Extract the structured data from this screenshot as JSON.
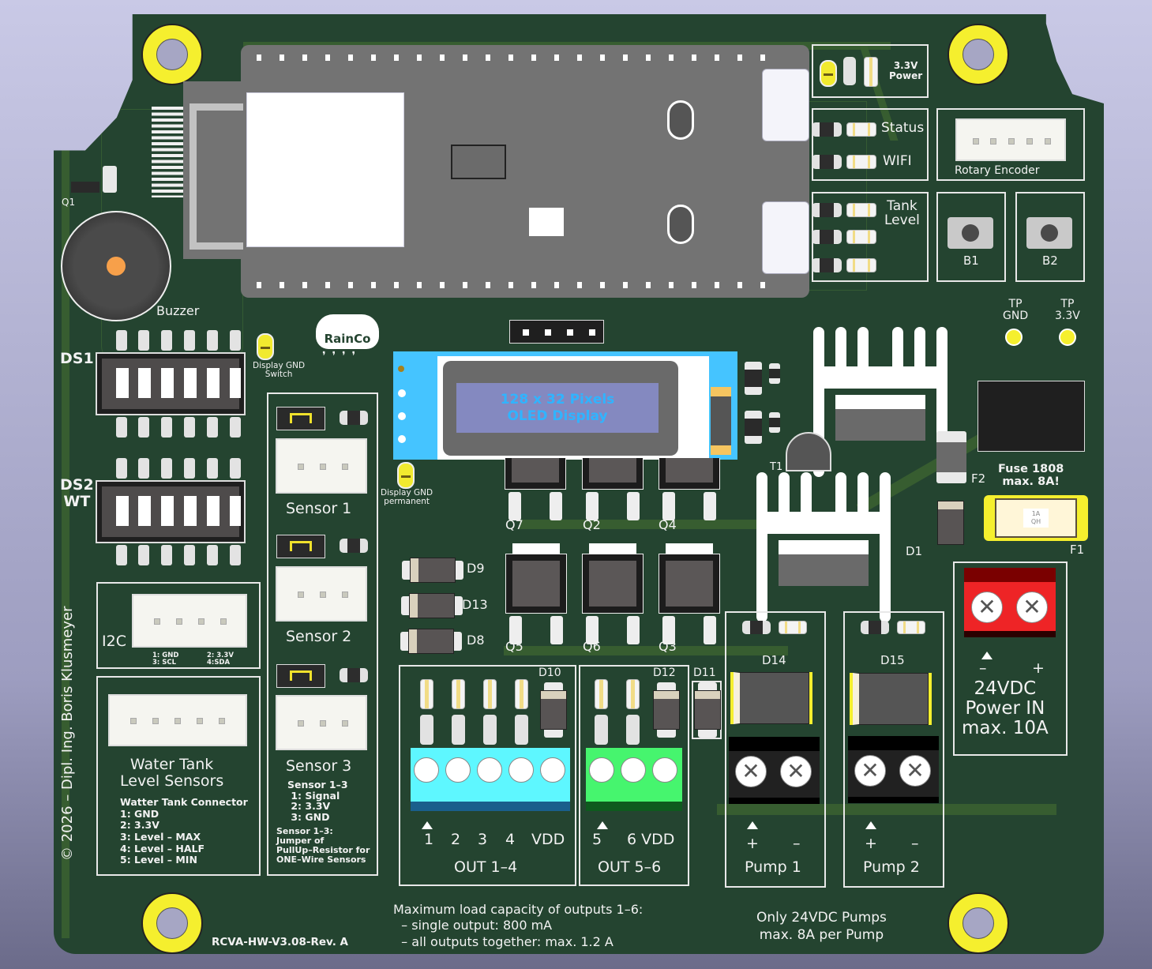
{
  "board": {
    "revision": "RCVA-HW-V3.08-Rev. A",
    "copyright": "© 2026 – Dipl. Ing. Boris Klusmeyer",
    "logo": "RainCo",
    "colors": {
      "soldermask": "#244430",
      "copper": "#3b6230",
      "silkscreen": "#f2f2f2",
      "pad_gold": "#f5ef2e",
      "background": "#c9c9e6"
    }
  },
  "status_leds": {
    "power_label": "3.3V\nPower",
    "status_label": "Status",
    "wifi_label": "WIFI",
    "tank_label": "Tank\nLevel"
  },
  "rotary_encoder": {
    "label": "Rotary Encoder"
  },
  "buttons": [
    {
      "label": "B1"
    },
    {
      "label": "B2"
    }
  ],
  "test_points": [
    {
      "label": "TP\nGND"
    },
    {
      "label": "TP\n3.3V"
    }
  ],
  "buzzer": {
    "label": "Buzzer",
    "transistor": "Q1"
  },
  "dip_switches": [
    {
      "label": "DS1"
    },
    {
      "label": "DS2\nWT"
    }
  ],
  "jumpers": {
    "display_gnd_switch": "Display GND\nSwitch",
    "display_gnd_permanent": "Display GND\npermanent"
  },
  "oled": {
    "line1": "128 x 32 Pixels",
    "line2": "OLED Display"
  },
  "sensors": {
    "items": [
      {
        "label": "Sensor 1"
      },
      {
        "label": "Sensor 2"
      },
      {
        "label": "Sensor 3"
      }
    ],
    "pinout": "Sensor 1–3\n 1: Signal\n 2: 3.3V\n 3: GND",
    "note": "Sensor 1–3:\nJumper of\nPullUp–Resistor for\nONE–Wire Sensors"
  },
  "i2c": {
    "label": "I2C",
    "pins_left": "1: GND\n3: SCL",
    "pins_right": "2: 3.3V\n4:SDA"
  },
  "water_tank": {
    "title": "Water Tank\nLevel Sensors",
    "pinout": "Watter Tank Connector\n1: GND\n2: 3.3V\n3: Level – MAX\n4: Level – HALF\n5: Level – MIN"
  },
  "mosfets": [
    "Q7",
    "Q2",
    "Q4",
    "Q5",
    "Q6",
    "Q3"
  ],
  "diodes": {
    "left": [
      "D9",
      "D13",
      "D8"
    ],
    "out": [
      "D10",
      "D12",
      "D11"
    ],
    "pump": [
      "D14",
      "D15"
    ],
    "power": "D1"
  },
  "transistor_t1": "T1",
  "fuses": {
    "f2": "F2",
    "f1": "F1",
    "note": "Fuse 1808\nmax. 8A!",
    "f1_marking": "1A\nQH"
  },
  "outputs": {
    "group1": {
      "pins": [
        "1",
        "2",
        "3",
        "4",
        "VDD"
      ],
      "label": "OUT 1–4",
      "color": "#5ef7ff"
    },
    "group2": {
      "pins": [
        "5",
        "6 VDD"
      ],
      "label": "OUT 5–6",
      "color": "#46f56e"
    }
  },
  "pumps": [
    {
      "label": "Pump 1",
      "plus": "+",
      "minus": "–"
    },
    {
      "label": "Pump 2",
      "plus": "+",
      "minus": "–"
    }
  ],
  "power_in": {
    "minus": "–",
    "plus": "+",
    "label": "24VDC\nPower IN\nmax. 10A",
    "color": "#ee2426"
  },
  "notes": {
    "load": "Maximum load capacity of outputs 1–6:\n  – single output: 800 mA\n  – all outputs together: max. 1.2 A",
    "pumps": "Only 24VDC Pumps\nmax. 8A per Pump"
  }
}
